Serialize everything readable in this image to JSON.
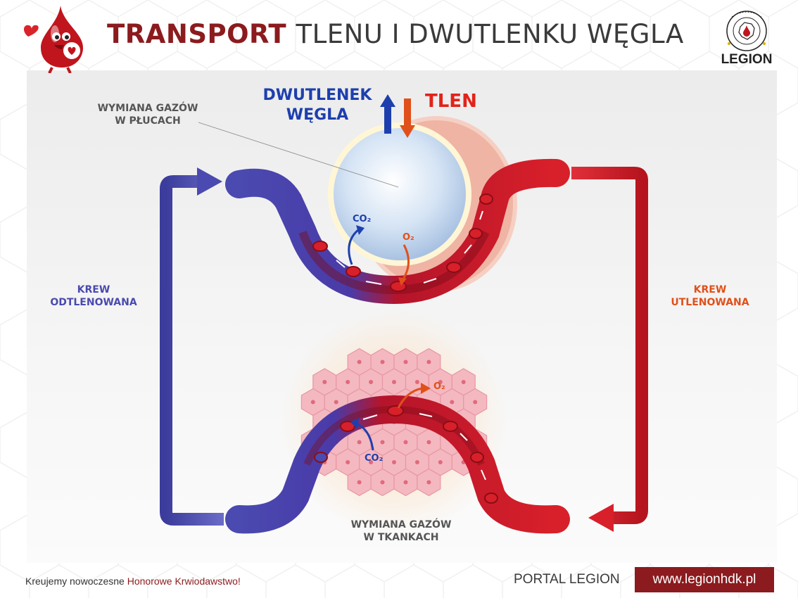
{
  "title": {
    "bold": "TRANSPORT",
    "regular": "TLENU I DWUTLENKU WĘGLA"
  },
  "labels": {
    "lung_exchange": [
      "WYMIANA GAZÓW",
      "W PŁUCACH"
    ],
    "tissue_exchange": [
      "WYMIANA GAZÓW",
      "W TKANKACH"
    ],
    "deoxygenated": [
      "KREW",
      "ODTLENOWANA"
    ],
    "oxygenated": [
      "KREW",
      "UTLENOWANA"
    ],
    "carbon_dioxide": [
      "DWUTLENEK",
      "WĘGLA"
    ],
    "oxygen": "TLEN",
    "co2": "CO₂",
    "o2": "O₂"
  },
  "footer": {
    "tagline_prefix": "Kreujemy nowoczesne ",
    "tagline_accent": "Honorowe Krwiodawstwo!",
    "portal": "PORTAL LEGION",
    "url": "www.legionhdk.pl"
  },
  "logo": {
    "name": "LEGION",
    "ring_text": "KLUB HONOROWYCH DAWCÓW KRWI"
  },
  "colors": {
    "brand": "#8b1b1e",
    "deoxygenated": "#4a4ab0",
    "oxygenated": "#d8202a",
    "oxygen_label": "#e0501a",
    "co2_label": "#1d3fae"
  },
  "icons": [
    "blood-drop-mascot-icon",
    "legion-logo-icon",
    "lung-alveolus-icon",
    "tissue-cells-icon"
  ]
}
